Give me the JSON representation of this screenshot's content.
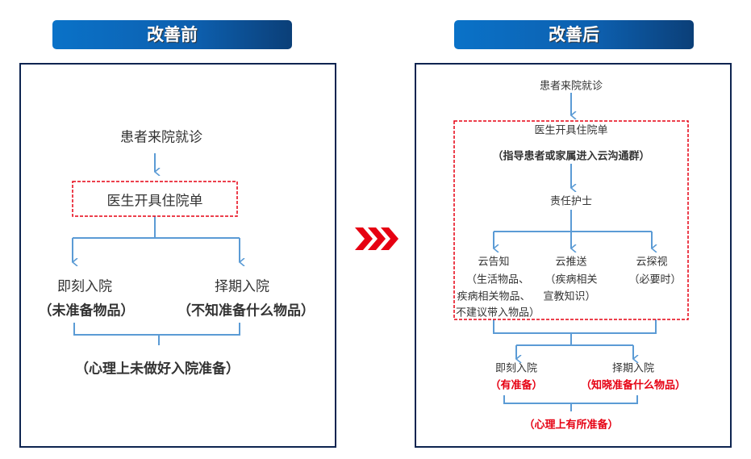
{
  "headers": {
    "before": "改善前",
    "after": "改善后"
  },
  "before": {
    "start": "患者来院就诊",
    "order": "医生开具住院单",
    "immediate": "即刻入院",
    "immediate_note": "（未准备物品）",
    "scheduled": "择期入院",
    "scheduled_note": "（不知准备什么物品）",
    "result": "（心理上未做好入院准备）"
  },
  "after": {
    "start": "患者来院就诊",
    "order": "医生开具住院单",
    "order_note": "（指导患者或家属进入云沟通群）",
    "nurse": "责任护士",
    "notify": "云告知",
    "notify_lines": [
      "（生活物品、",
      "疾病相关物品、",
      "不建议带入物品）"
    ],
    "push": "云推送",
    "push_lines": [
      "（疾病相关",
      "宣教知识）"
    ],
    "visit": "云探视",
    "visit_lines": [
      "（必要时）"
    ],
    "immediate": "即刻入院",
    "immediate_note": "（有准备）",
    "scheduled": "择期入院",
    "scheduled_note": "（知晓准备什么物品）",
    "result": "（心理上有所准备）"
  },
  "colors": {
    "line": "#5b9bd5",
    "dash": "#e60012",
    "border": "#0d2450"
  }
}
